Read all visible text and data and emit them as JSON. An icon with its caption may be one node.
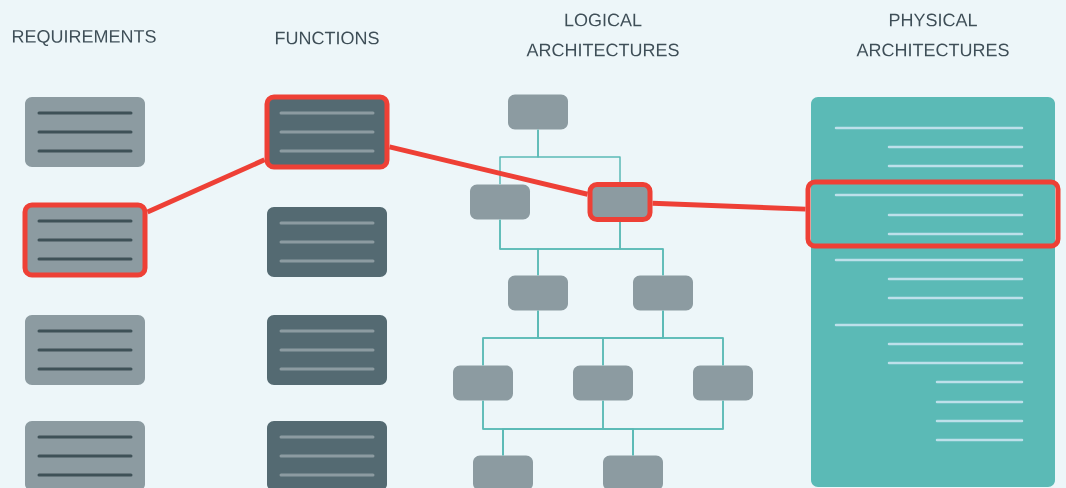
{
  "diagram": {
    "nodes": [
      {
        "text": [],
        "shape": "box"
      },
      {
        "text": [],
        "shape": "box"
      },
      {
        "text": [],
        "shape": "box"
      },
      {
        "text": [],
        "shape": "box"
      },
      {
        "text": [],
        "shape": "box"
      },
      {
        "text": [],
        "shape": "box"
      },
      {
        "text": [],
        "shape": "box"
      },
      {
        "text": [],
        "shape": "box"
      },
      {
        "text": [],
        "shape": "box"
      },
      {
        "text": [],
        "shape": "box"
      },
      {
        "text": [],
        "shape": "box"
      },
      {
        "text": [],
        "shape": "box"
      },
      {
        "text": [],
        "shape": "box"
      },
      {
        "text": [],
        "shape": "box"
      },
      {
        "text": [],
        "shape": "box"
      },
      {
        "text": [],
        "shape": "box"
      },
      {
        "text": [],
        "shape": "box"
      },
      {
        "text": [],
        "shape": "box"
      },
      {
        "text": [],
        "shape": "box"
      },
      {
        "text": [],
        "shape": "box",
        "in": 18
      }
    ],
    "edges": [
      {
        "from": 8,
        "to": 9,
        "arrow": "none"
      },
      {
        "from": 8,
        "to": 10,
        "arrow": "none"
      },
      {
        "from": 9,
        "to": 11,
        "arrow": "none"
      },
      {
        "from": 9,
        "to": 12,
        "arrow": "none"
      },
      {
        "from": 10,
        "to": 11,
        "arrow": "none"
      },
      {
        "from": 10,
        "to": 12,
        "arrow": "none"
      },
      {
        "from": 11,
        "to": 13,
        "arrow": "none"
      },
      {
        "from": 11,
        "to": 14,
        "arrow": "none"
      },
      {
        "from": 11,
        "to": 15,
        "arrow": "none"
      },
      {
        "from": 12,
        "to": 13,
        "arrow": "none"
      },
      {
        "from": 12,
        "to": 14,
        "arrow": "none"
      },
      {
        "from": 12,
        "to": 15,
        "arrow": "none"
      },
      {
        "from": 13,
        "to": 16,
        "arrow": "none"
      },
      {
        "from": 13,
        "to": 17,
        "arrow": "none"
      },
      {
        "from": 14,
        "to": 16,
        "arrow": "none"
      },
      {
        "from": 14,
        "to": 17,
        "arrow": "none"
      },
      {
        "from": 15,
        "to": 16,
        "arrow": "none"
      },
      {
        "from": 15,
        "to": 17,
        "arrow": "none"
      },
      {
        "from": 1,
        "to": 4,
        "arrow": "none",
        "style": "thick",
        "color": "#ee4036"
      },
      {
        "from": 4,
        "to": 10,
        "arrow": "none",
        "style": "thick",
        "color": "#ee4036"
      },
      {
        "from": 10,
        "to": 19,
        "arrow": "none",
        "style": "thick",
        "color": "#ee4036"
      }
    ],
    "labels": [
      "REQUIREMENTS",
      "FUNCTIONS",
      "LOGICAL ARCHITECTURES",
      "PHYSICAL ARCHITECTURES"
    ]
  }
}
